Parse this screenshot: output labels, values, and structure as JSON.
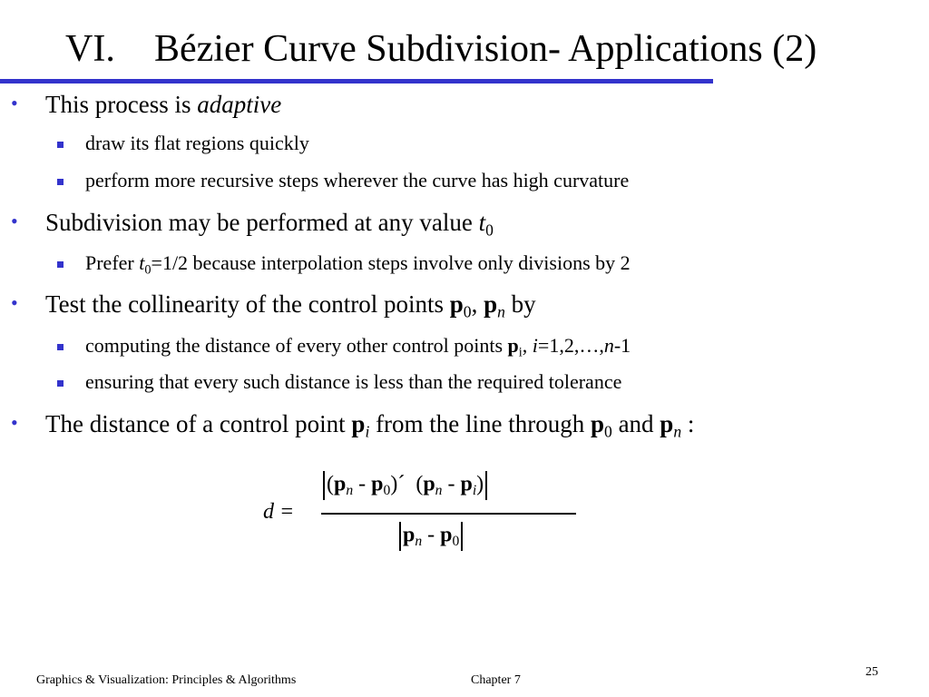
{
  "slide": {
    "title_number": "VI.",
    "title_text": "Bézier Curve Subdivision- Applications (2)",
    "page_number": "25",
    "footer_left": "Graphics & Visualization: Principles & Algorithms",
    "footer_center": "Chapter 7"
  },
  "colors": {
    "accent": "#3333cc",
    "text": "#000000",
    "background": "#ffffff"
  },
  "bullets": {
    "b1": {
      "text": "This process is ",
      "emph": "adaptive"
    },
    "b1_s1": "draw its flat regions quickly",
    "b1_s2": "perform more recursive steps wherever the curve has high curvature",
    "b2": {
      "text": "Subdivision may be performed at any value ",
      "var": "t",
      "sub": "0"
    },
    "b2_s1": {
      "pre": "Prefer ",
      "var": "t",
      "sub": "0",
      "post": "=1/2 because interpolation steps involve only divisions by 2"
    },
    "b3": {
      "text": "Test the collinearity of the control points ",
      "p": "p",
      "sub0": "0",
      "comma": ", ",
      "subn": "n",
      "post": " by"
    },
    "b3_s1": {
      "pre": "computing the distance of every other control points ",
      "p": "p",
      "subi": "i",
      "mid": ", ",
      "ivar": "i",
      "range": "=1,2,…,",
      "nvar": "n",
      "post": "-1"
    },
    "b3_s2": "ensuring that every such distance is less than the required tolerance",
    "b4": {
      "pre": "The distance of a control point ",
      "p": "p",
      "subi": "i",
      "mid": " from the line through ",
      "sub0": "0",
      "and": " and ",
      "subn": "n",
      "post": " :"
    }
  },
  "formula": {
    "lhs": "d =",
    "paren_open": "(",
    "paren_close": ")",
    "minus": " - ",
    "times": "´",
    "p": "p",
    "sub_n": "n",
    "sub_0": "0",
    "sub_i": "i"
  }
}
